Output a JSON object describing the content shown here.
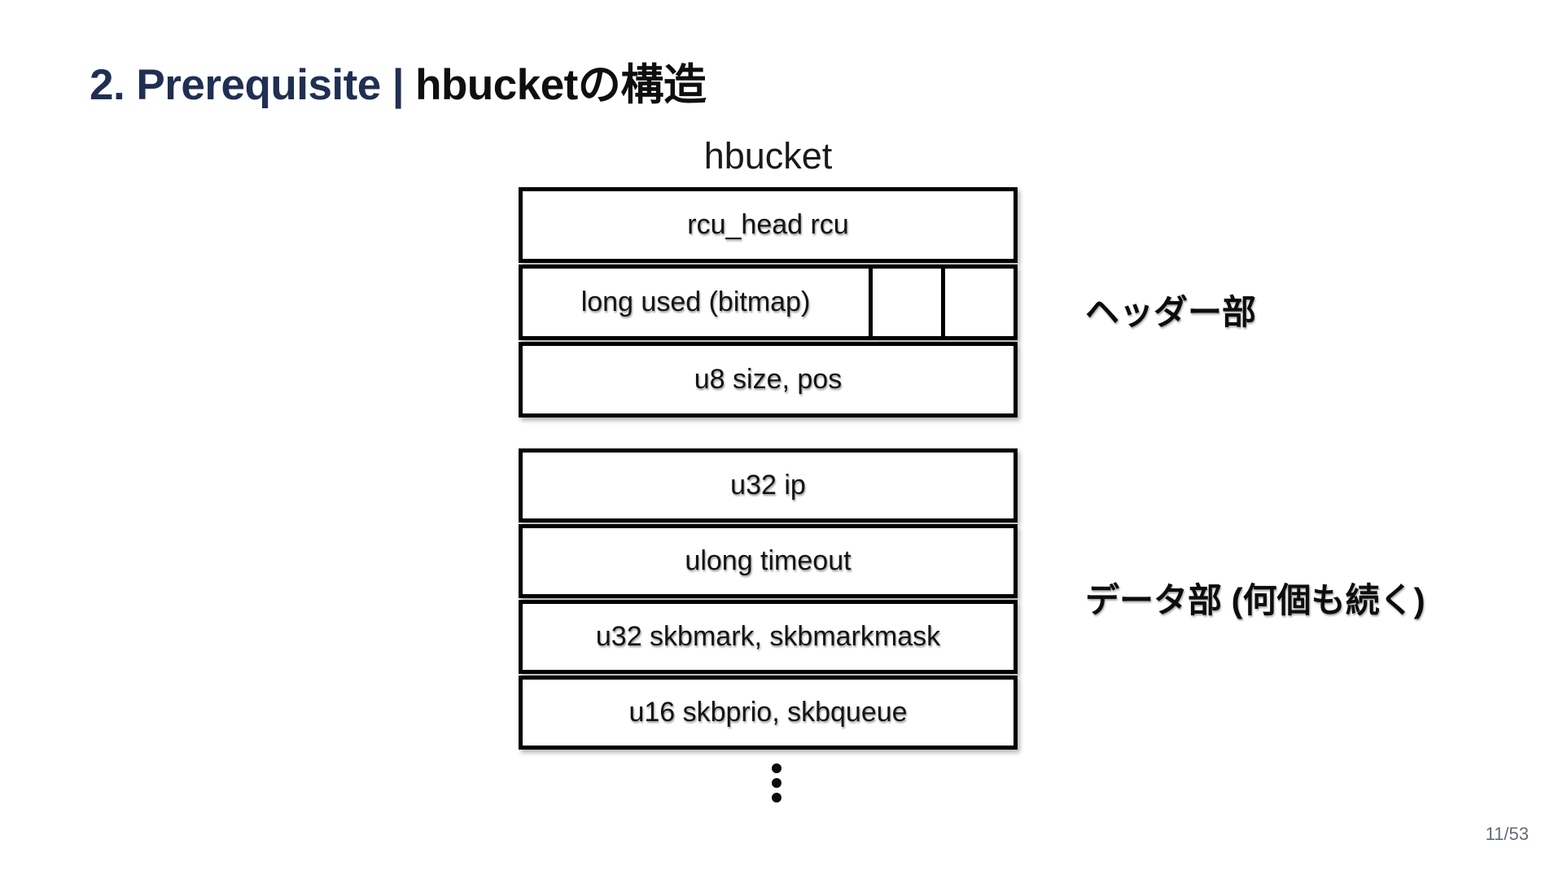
{
  "slide": {
    "title": {
      "section": "2. Prerequisite",
      "separator": "|",
      "topic": "hbucketの構造"
    },
    "page_indicator": "11/53"
  },
  "diagram": {
    "struct_label": "hbucket",
    "header_group": {
      "side_label": "ヘッダー部",
      "rows": [
        "rcu_head rcu",
        "long used (bitmap)",
        "u8 size, pos"
      ],
      "bitmap_empty_cells": 2
    },
    "data_group": {
      "side_label": "データ部 (何個も続く)",
      "rows": [
        "u32 ip",
        "ulong timeout",
        "u32 skbmark, skbmarkmask",
        "u16 skbprio, skbqueue"
      ]
    },
    "continuation_dots": 3
  },
  "colors": {
    "accent_navy": "#1F2F55",
    "text_black": "#0f0f0f",
    "border_black": "#000000",
    "page_gray": "#646C79"
  }
}
